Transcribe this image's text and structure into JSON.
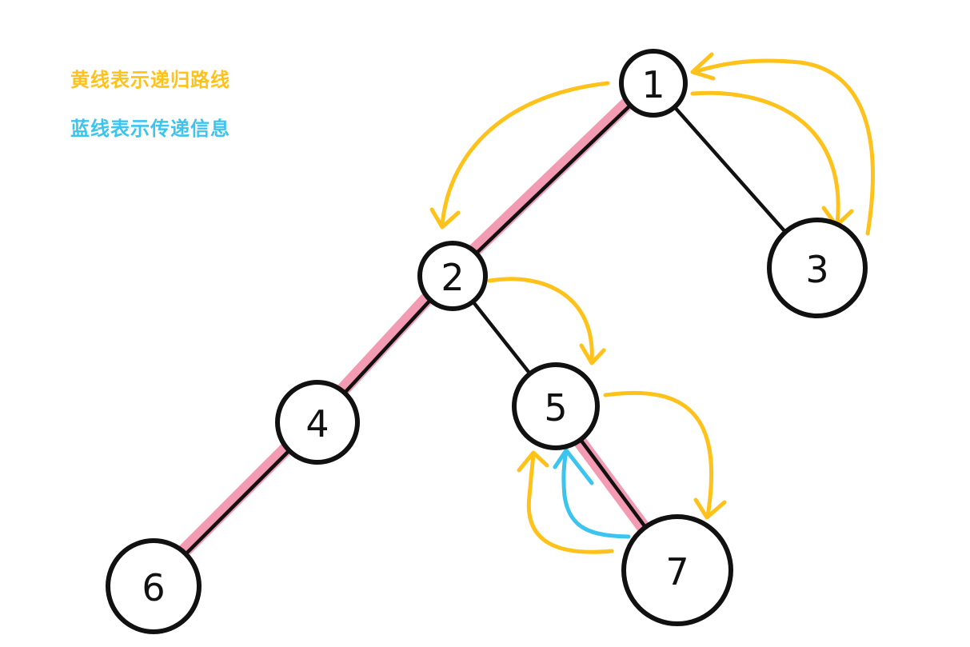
{
  "legend": {
    "yellow_text": "黄线表示递归路线",
    "blue_text": "蓝线表示传递信息"
  },
  "colors": {
    "recursion": "#FFC21A",
    "info": "#3BC4EE",
    "highlight": "#F08AA6",
    "edge": "#111111"
  },
  "tree": {
    "nodes": [
      {
        "id": "1",
        "label": "1"
      },
      {
        "id": "2",
        "label": "2"
      },
      {
        "id": "3",
        "label": "3"
      },
      {
        "id": "4",
        "label": "4"
      },
      {
        "id": "5",
        "label": "5"
      },
      {
        "id": "6",
        "label": "6"
      },
      {
        "id": "7",
        "label": "7"
      }
    ],
    "edges": [
      {
        "from": "1",
        "to": "2",
        "highlighted": true
      },
      {
        "from": "1",
        "to": "3",
        "highlighted": false
      },
      {
        "from": "2",
        "to": "4",
        "highlighted": true
      },
      {
        "from": "2",
        "to": "5",
        "highlighted": false
      },
      {
        "from": "4",
        "to": "6",
        "highlighted": true
      },
      {
        "from": "5",
        "to": "7",
        "highlighted": true
      }
    ],
    "recursion_arrows": [
      {
        "from": "1",
        "to": "2"
      },
      {
        "from": "1",
        "to": "3"
      },
      {
        "from": "3",
        "to": "1"
      },
      {
        "from": "2",
        "to": "5"
      },
      {
        "from": "5",
        "to": "7"
      },
      {
        "from": "7",
        "to": "5"
      }
    ],
    "info_arrows": [
      {
        "from": "7",
        "to": "5"
      }
    ]
  }
}
